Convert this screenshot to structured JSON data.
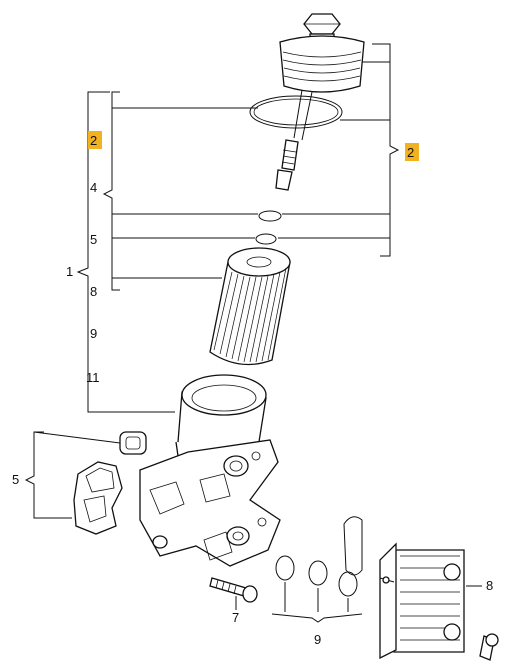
{
  "diagram": {
    "callouts": {
      "c_2_left": "2",
      "c_2_right": "2",
      "c_4": "4",
      "c_5_upper": "5",
      "c_1": "1",
      "c_8_left": "8",
      "c_9_left": "9",
      "c_11": "11",
      "c_5_left": "5",
      "c_7": "7",
      "c_9_bottom": "9",
      "c_8_right": "8"
    },
    "colors": {
      "highlight": "#f2b21f",
      "ink": "#111111"
    }
  }
}
